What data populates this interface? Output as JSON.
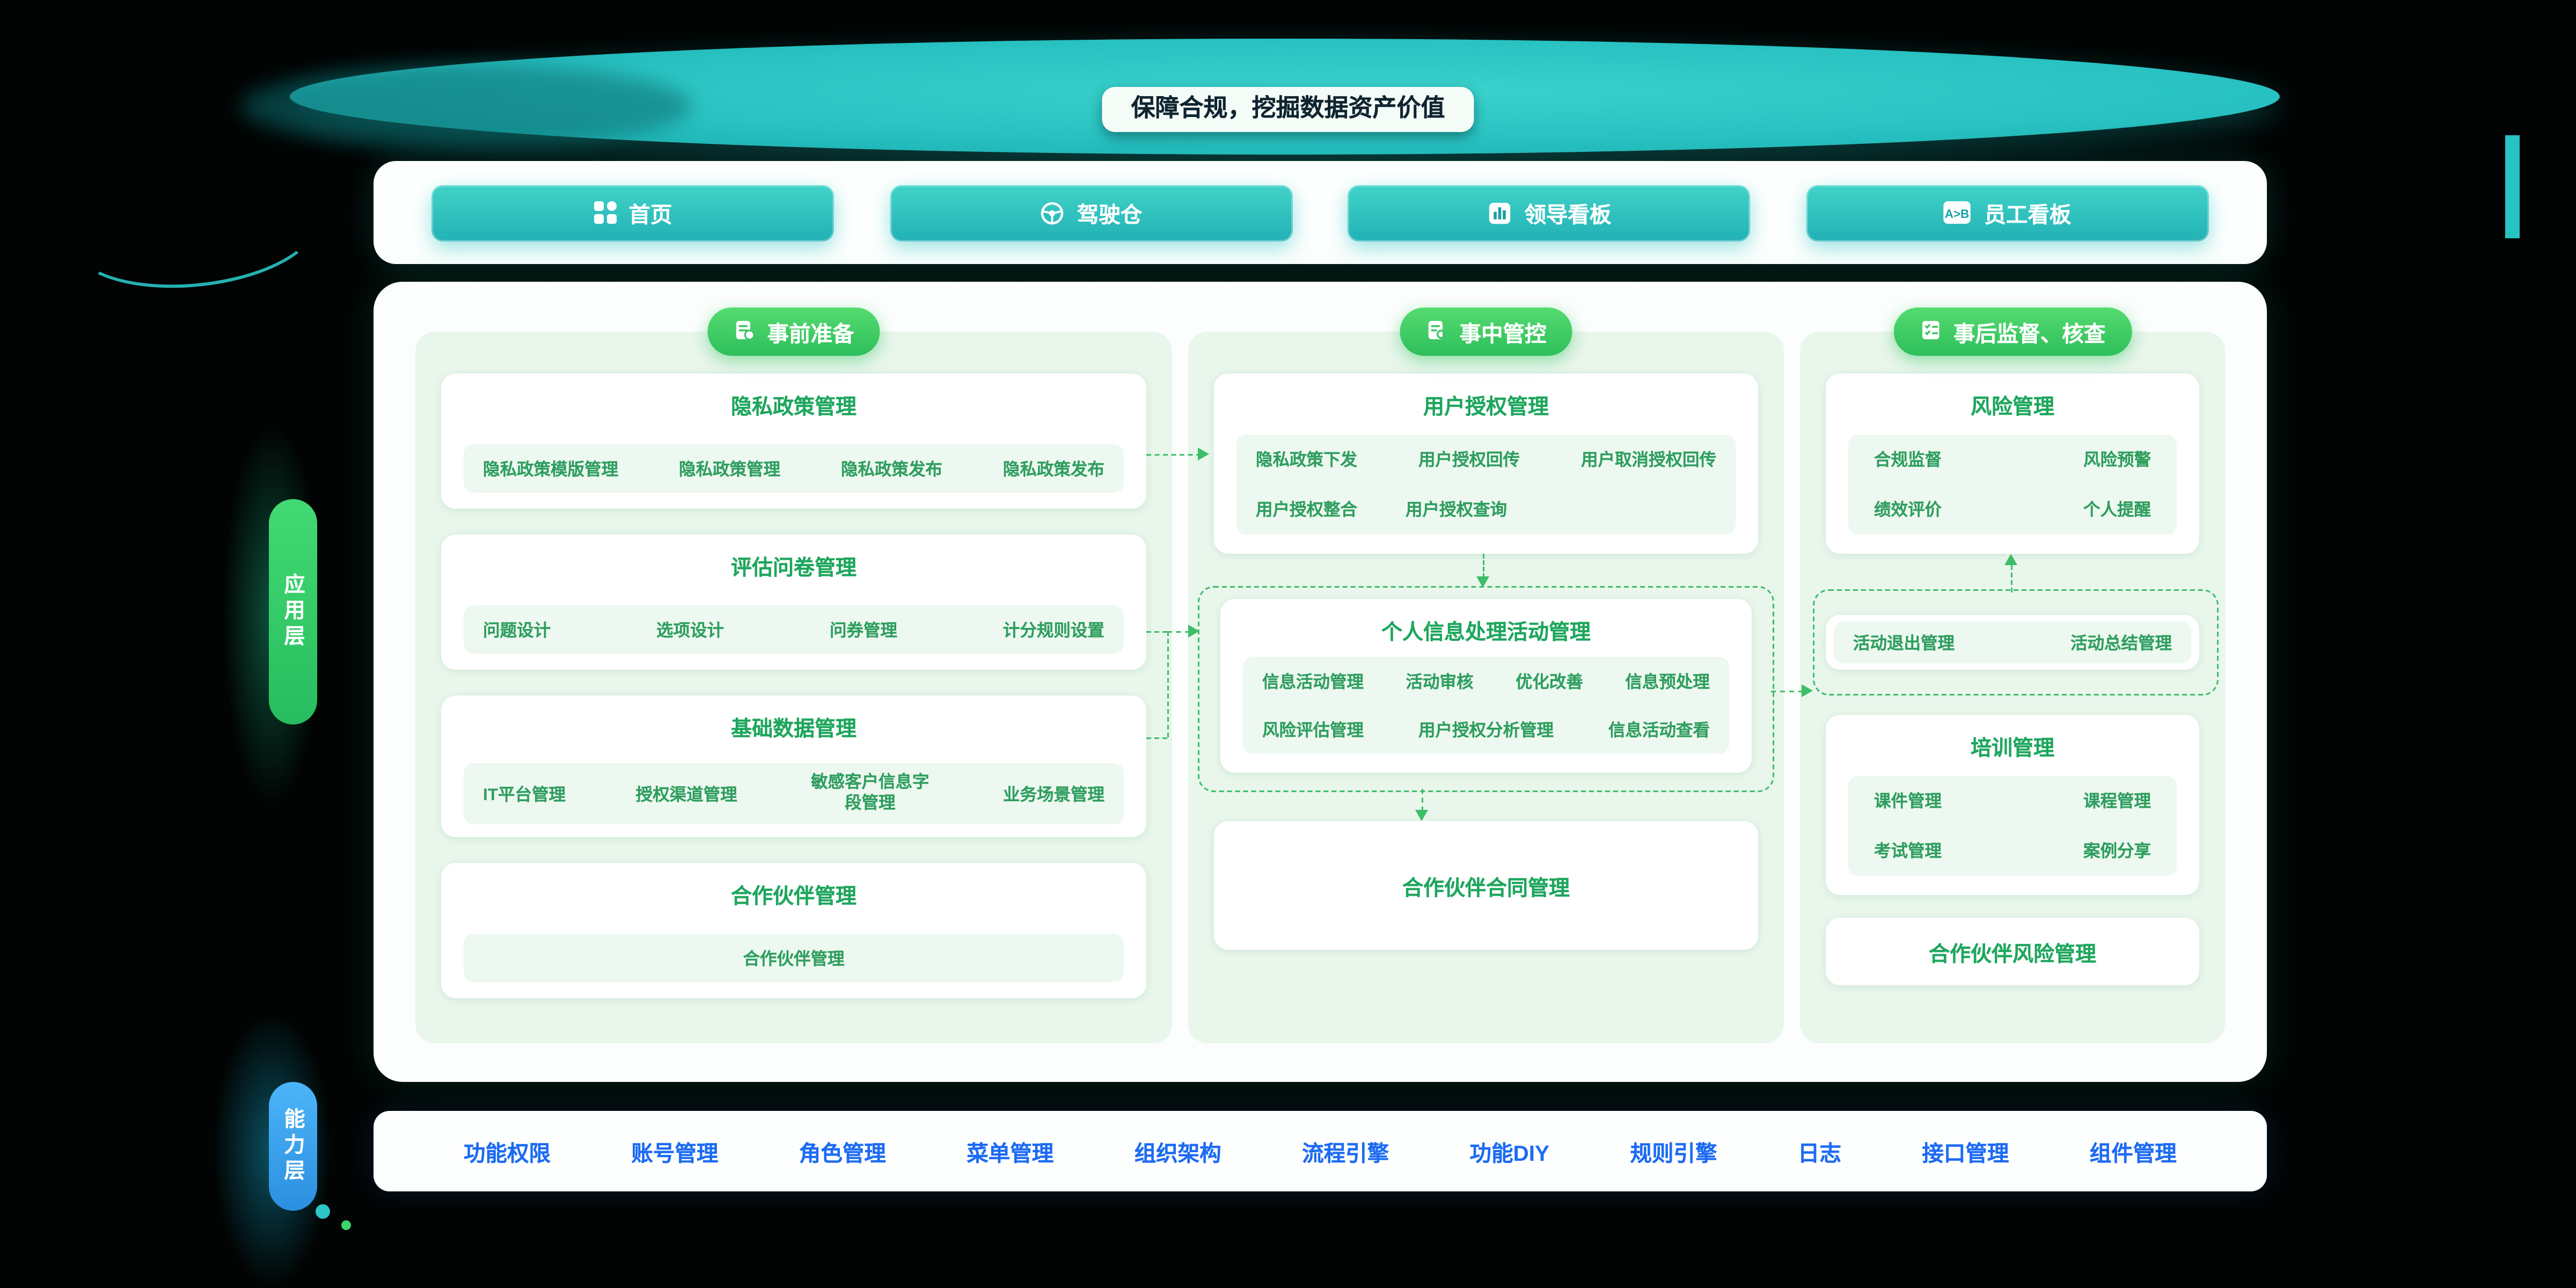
{
  "banner": {
    "title": "保障合规，挖掘数据资产价值"
  },
  "top_nav": {
    "items": [
      {
        "label": "首页",
        "icon": "apps-grid-icon"
      },
      {
        "label": "驾驶仓",
        "icon": "steering-wheel-icon"
      },
      {
        "label": "领导看板",
        "icon": "bar-chart-icon"
      },
      {
        "label": "员工看板",
        "icon": "ab-compare-icon"
      }
    ]
  },
  "layers": {
    "application": "应用层",
    "capability": "能力层"
  },
  "columns": [
    {
      "header": "事前准备",
      "cards": [
        {
          "title": "隐私政策管理",
          "items": [
            "隐私政策模版管理",
            "隐私政策管理",
            "隐私政策发布",
            "隐私政策发布"
          ]
        },
        {
          "title": "评估问卷管理",
          "items": [
            "问题设计",
            "选项设计",
            "问券管理",
            "计分规则设置"
          ]
        },
        {
          "title": "基础数据管理",
          "items": [
            "IT平台管理",
            "授权渠道管理",
            "敏感客户信息字段管理",
            "业务场景管理"
          ]
        },
        {
          "title": "合作伙伴管理",
          "items": [
            "合作伙伴管理"
          ]
        }
      ]
    },
    {
      "header": "事中管控",
      "cards": [
        {
          "title": "用户授权管理",
          "items": [
            "隐私政策下发",
            "用户授权回传",
            "用户取消授权回传",
            "用户授权整合",
            "用户授权查询"
          ]
        },
        {
          "title": "个人信息处理活动管理",
          "items": [
            "信息活动管理",
            "活动审核",
            "优化改善",
            "信息预处理",
            "风险评估管理",
            "用户授权分析管理",
            "信息活动查看"
          ]
        },
        {
          "title": "合作伙伴合同管理"
        }
      ]
    },
    {
      "header": "事后监督、核查",
      "cards": [
        {
          "title": "风险管理",
          "items": [
            "合规监督",
            "风险预警",
            "绩效评价",
            "个人提醒"
          ]
        },
        {
          "items": [
            "活动退出管理",
            "活动总结管理"
          ]
        },
        {
          "title": "培训管理",
          "items": [
            "课件管理",
            "课程管理",
            "考试管理",
            "案例分享"
          ]
        },
        {
          "title": "合作伙伴风险管理"
        }
      ]
    }
  ],
  "bottom_bar": {
    "items": [
      "功能权限",
      "账号管理",
      "角色管理",
      "菜单管理",
      "组织架构",
      "流程引擎",
      "功能DIY",
      "规则引擎",
      "日志",
      "接口管理",
      "组件管理"
    ]
  }
}
